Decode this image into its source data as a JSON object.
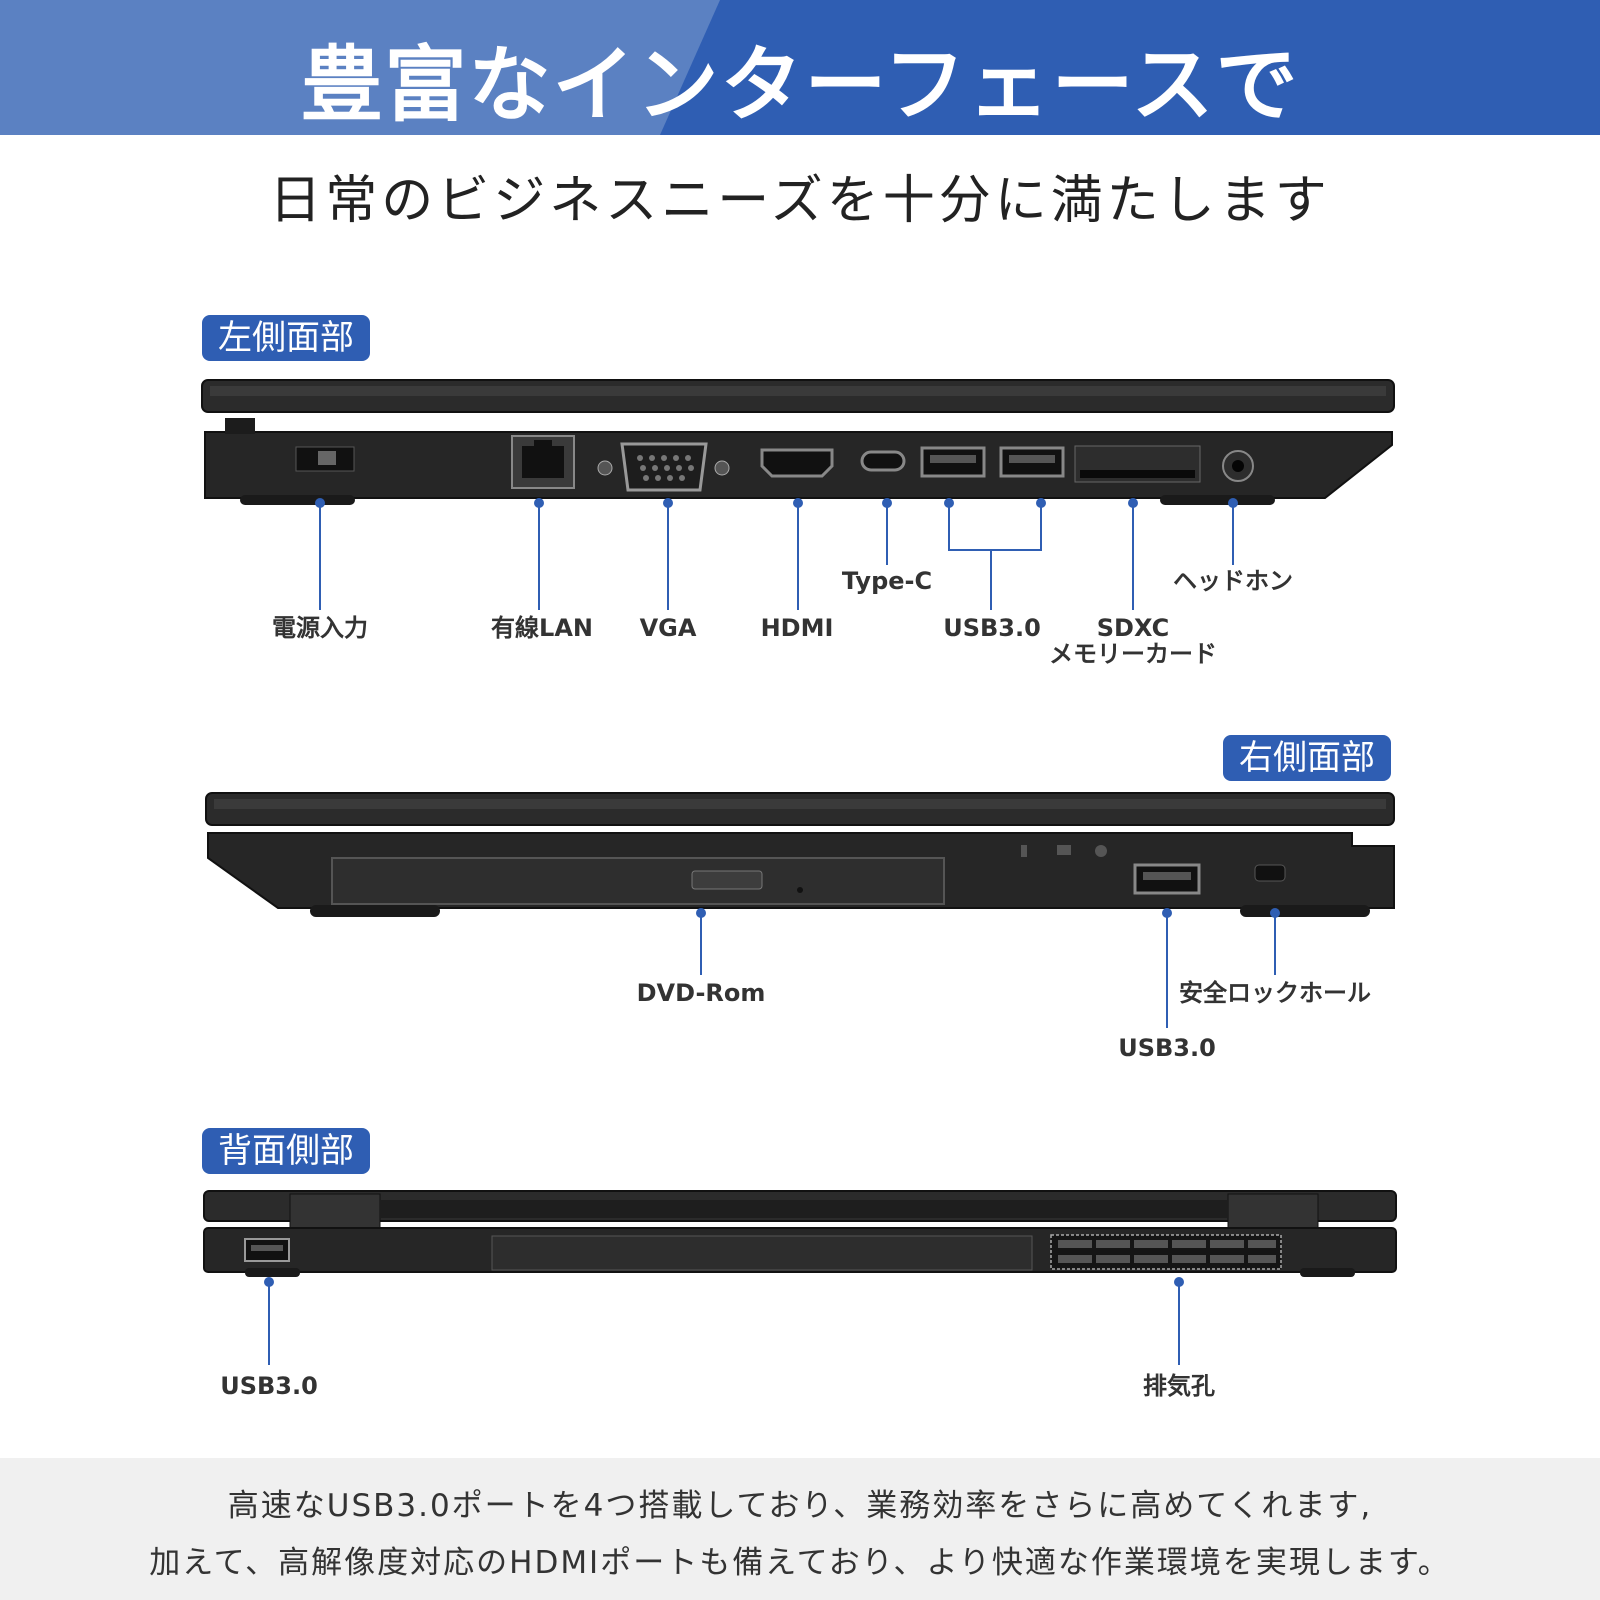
{
  "header": {
    "title": "豊富なインターフェースで",
    "subtitle": "日常のビジネスニーズを十分に満たします"
  },
  "sections": {
    "left": {
      "tag": "左側面部",
      "ports": {
        "power": "電源入力",
        "lan": "有線LAN",
        "vga": "VGA",
        "hdmi": "HDMI",
        "typec": "Type-C",
        "usb": "USB3.0",
        "sdxc_line1": "SDXC",
        "sdxc_line2": "メモリーカード",
        "headphone": "ヘッドホン"
      }
    },
    "right": {
      "tag": "右側面部",
      "ports": {
        "dvd": "DVD-Rom",
        "lock": "安全ロックホール",
        "usb": "USB3.0"
      }
    },
    "back": {
      "tag": "背面側部",
      "ports": {
        "usb": "USB3.0",
        "vent": "排気孔"
      }
    }
  },
  "footer": {
    "line1": "高速なUSB3.0ポートを4つ搭載しており、業務効率をさらに高めてくれます,",
    "line2": "加えて、高解像度対応のHDMIポートも備えており、より快適な作業環境を実現します。"
  },
  "colors": {
    "accent": "#2f5eb3",
    "accent_light": "#5b81c2",
    "callout": "#2f5eb3"
  }
}
